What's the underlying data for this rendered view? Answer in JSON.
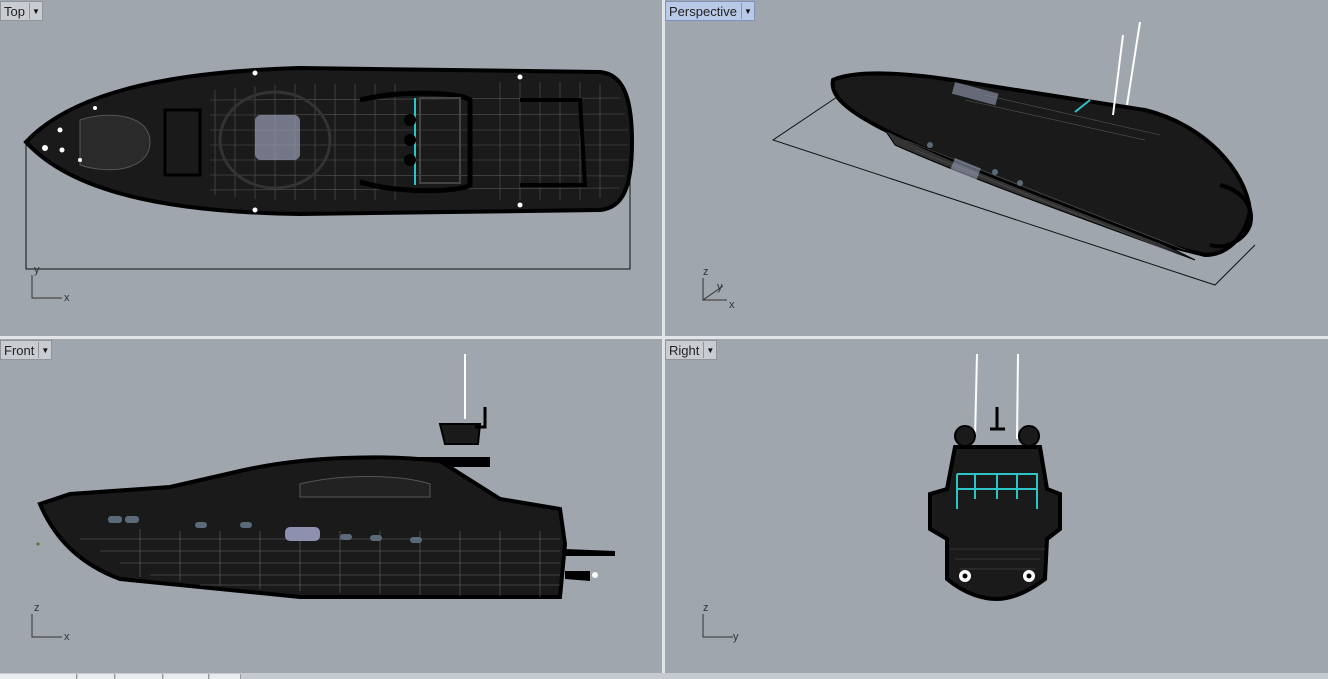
{
  "viewports": {
    "top": {
      "label": "Top",
      "axis_h": "x",
      "axis_v": "y"
    },
    "persp": {
      "label": "Perspective",
      "axis_h": "x",
      "axis_y": "y",
      "axis_v": "z"
    },
    "front": {
      "label": "Front",
      "axis_h": "x",
      "axis_v": "z"
    },
    "right": {
      "label": "Right",
      "axis_h": "y",
      "axis_v": "z"
    }
  },
  "icons": {
    "dropdown": "dropdown-arrow-icon"
  },
  "colors": {
    "viewport_bg": "#a0a6ad",
    "wireframe": "#000000",
    "highlight": "#2ec4c8",
    "antenna": "#ffffff",
    "active_label": "#b9c9e8"
  }
}
